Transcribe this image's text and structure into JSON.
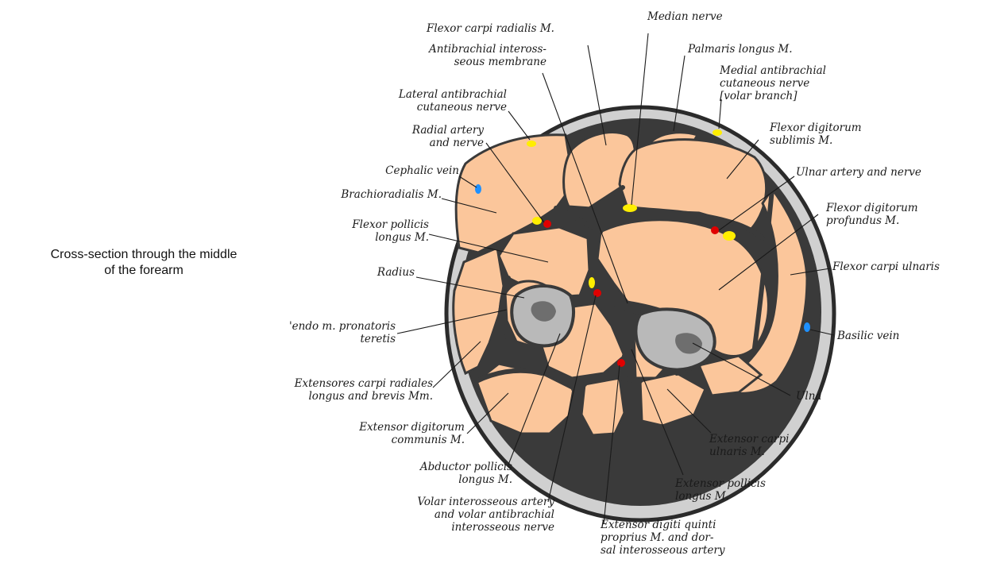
{
  "caption": {
    "line1": "Cross-section through the middle",
    "line2": "of the forearm"
  },
  "colors": {
    "muscle": "#fbc69b",
    "skin": "#d0d0d0",
    "fascia": "#3a3a3a",
    "bone": "#b9b9b9",
    "marrow": "#6e6e6e",
    "nerve": "#ffee00",
    "artery": "#e00000",
    "vein": "#1e90ff"
  },
  "labels": {
    "flexor_carpi_radialis": [
      "Flexor carpi radialis M."
    ],
    "median_nerve": [
      "Median nerve"
    ],
    "antibrachial_interosseous_membrane": [
      "Antibrachial inteross-",
      "seous membrane"
    ],
    "palmaris_longus": [
      "Palmaris longus M."
    ],
    "medial_antibrachial_cutaneous_nerve": [
      "Medial antibrachial",
      "cutaneous nerve",
      "[volar branch]"
    ],
    "lateral_antibrachial_cutaneous_nerve": [
      "Lateral antibrachial",
      "cutaneous nerve"
    ],
    "radial_artery_and_nerve": [
      "Radial artery",
      "and nerve"
    ],
    "flexor_digitorum_sublimis": [
      "Flexor digitorum",
      "sublimis M."
    ],
    "cephalic_vein": [
      "Cephalic vein"
    ],
    "ulnar_artery_and_nerve": [
      "Ulnar artery and nerve"
    ],
    "brachioradialis": [
      "Brachioradialis M."
    ],
    "flexor_digitorum_profundus": [
      "Flexor digitorum",
      "profundus M."
    ],
    "flexor_pollicis_longus": [
      "Flexor pollicis",
      "longus M."
    ],
    "flexor_carpi_ulnaris": [
      "Flexor carpi ulnaris"
    ],
    "radius": [
      "Radius"
    ],
    "basilic_vein": [
      "Basilic vein"
    ],
    "tendo_pronatoris_teretis": [
      "'endo m. pronatoris",
      "teretis"
    ],
    "extensores_carpi_radiales": [
      "Extensores carpi radiales",
      "longus and brevis Mm."
    ],
    "ulna": [
      "Ulna"
    ],
    "extensor_digitorum_communis": [
      "Extensor digitorum",
      "communis M."
    ],
    "extensor_carpi_ulnaris": [
      "Extensor carpi",
      "ulnaris M."
    ],
    "abductor_pollicis_longus": [
      "Abductor pollicis",
      "longus M."
    ],
    "extensor_pollicis_longus": [
      "Extensor pollicis",
      "longus M."
    ],
    "volar_interosseous_artery": [
      "Volar interosseous artery",
      "and volar antibrachial",
      "interosseous nerve"
    ],
    "extensor_digiti_quinti": [
      "Extensor  digiti  quinti",
      "proprius M. and dor-",
      "sal interosseous artery"
    ]
  }
}
